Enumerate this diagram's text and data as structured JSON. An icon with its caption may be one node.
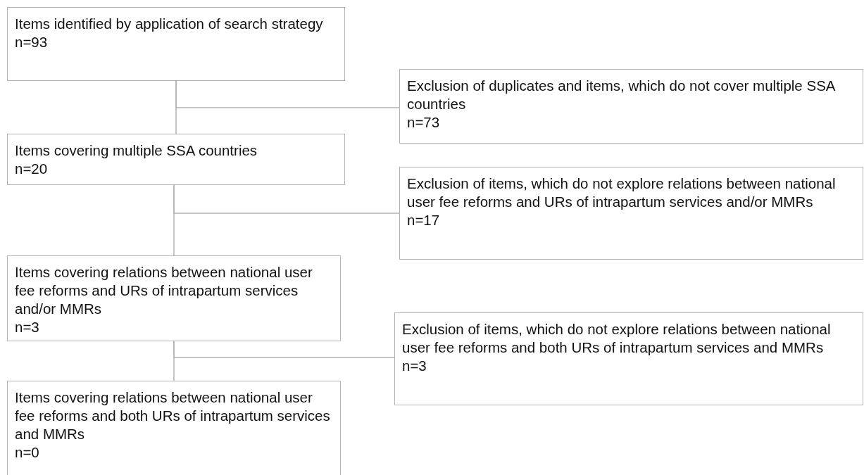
{
  "diagram": {
    "nodes": [
      {
        "text": [
          "Items identified by application of search strategy",
          "n=93"
        ]
      },
      {
        "text": [
          "Exclusion of duplicates and items, which do not cover multiple SSA countries",
          "n=73"
        ]
      },
      {
        "text": [
          "Items covering multiple SSA countries",
          "n=20"
        ]
      },
      {
        "text": [
          "Exclusion of items, which do not explore relations between national user fee reforms and URs of intrapartum services and/or MMRs",
          "n=17"
        ]
      },
      {
        "text": [
          "Items covering relations between national user fee reforms and URs of intrapartum services and/or MMRs",
          "n=3"
        ]
      },
      {
        "text": [
          "Exclusion of items, which do not explore relations between national user fee reforms and both URs of intrapartum services and MMRs",
          "n=3"
        ]
      },
      {
        "text": [
          "Items covering relations between national user fee reforms and both URs of intrapartum services and MMRs",
          "n=0"
        ]
      }
    ],
    "edges": [
      {
        "from": 0,
        "to": 2,
        "arrow": "none"
      },
      {
        "from": 0,
        "to": 1,
        "arrow": "none"
      },
      {
        "from": 2,
        "to": 4,
        "arrow": "none"
      },
      {
        "from": 2,
        "to": 3,
        "arrow": "none"
      },
      {
        "from": 4,
        "to": 6,
        "arrow": "none"
      },
      {
        "from": 4,
        "to": 5,
        "arrow": "none"
      }
    ]
  }
}
